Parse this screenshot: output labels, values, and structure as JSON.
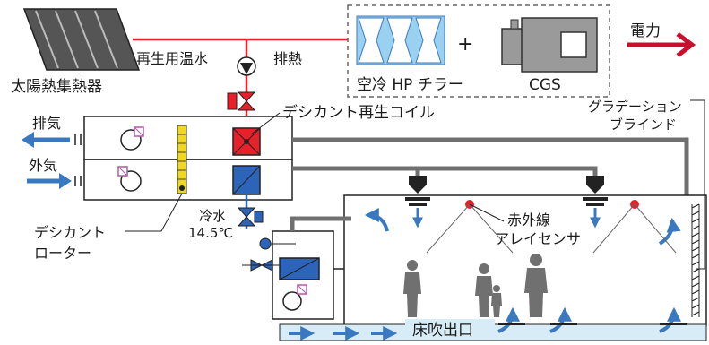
{
  "labels": {
    "solar_collector": "太陽熱集熱器",
    "regen_hot_water": "再生用温水",
    "exhaust_heat": "排熱",
    "chiller": "空冷 HP チラー",
    "plus": "+",
    "cgs": "CGS",
    "power": "電力",
    "regen_coil": "デシカント再生コイル",
    "exhaust_air": "排気",
    "outdoor_air": "外気",
    "cold_water": "冷水",
    "cold_water_temp": "14.5℃",
    "desiccant_rotor_1": "デシカント",
    "desiccant_rotor_2": "ローター",
    "gradation_blind_1": "グラデーション",
    "gradation_blind_2": "ブラインド",
    "ir_sensor_1": "赤外線",
    "ir_sensor_2": "アレイセンサ",
    "floor_outlet": "床吹出口"
  },
  "colors": {
    "hot_water_pipe": "#e8202a",
    "power_arrow": "#c8102e",
    "air_arrow": "#3a78c0",
    "duct": "#707070",
    "regen_coil": "#e8202a",
    "cooling_coil": "#2b64b8",
    "rotor": "#f0d820",
    "chiller_fill": "#9ad0f0",
    "cgs_fill": "#9a9a9a",
    "floor_plenum": "#d7ecf6",
    "sensor": "#e8202a",
    "people": "#707070"
  }
}
